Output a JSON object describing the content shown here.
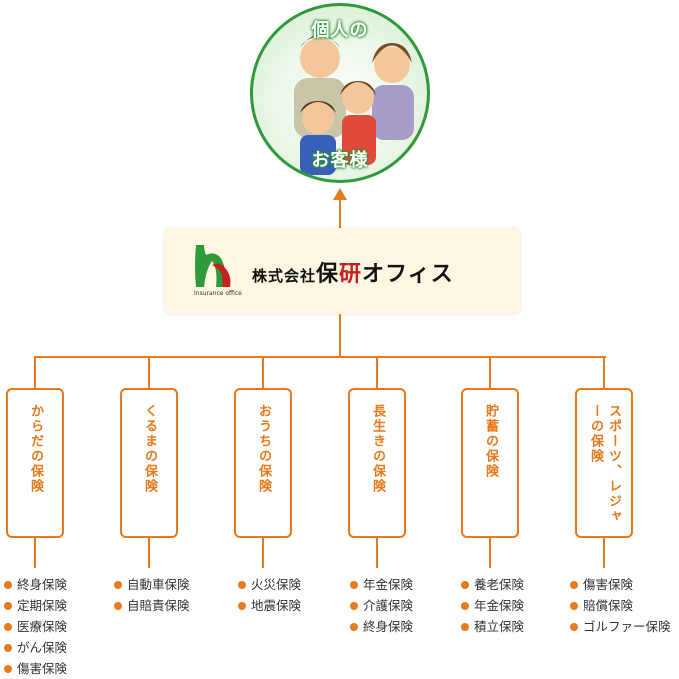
{
  "customer": {
    "title_top": "個人の",
    "title_bottom": "お客様"
  },
  "company": {
    "logo_subtext": "Insurance office",
    "prefix": "株式会社",
    "name_1": "保",
    "name_2": "研",
    "name_3": "オフィス"
  },
  "colors": {
    "accent": "#e8791c",
    "circle_border": "#2f9a3a",
    "company_bg": "#fdf6e3",
    "logo_green": "#2f9a3a",
    "logo_red": "#c8201e"
  },
  "categories": [
    {
      "label": "からだの保険",
      "items": [
        "終身保険",
        "定期保険",
        "医療保険",
        "がん保険",
        "傷害保険"
      ]
    },
    {
      "label": "くるまの保険",
      "items": [
        "自動車保険",
        "自賠責保険"
      ]
    },
    {
      "label": "おうちの保険",
      "items": [
        "火災保険",
        "地震保険"
      ]
    },
    {
      "label": "長生きの保険",
      "items": [
        "年金保険",
        "介護保険",
        "終身保険"
      ]
    },
    {
      "label": "貯蓄の保険",
      "items": [
        "養老保険",
        "年金保険",
        "積立保険"
      ]
    },
    {
      "label": "スポーツ、レジャーの保険",
      "items": [
        "傷害保険",
        "賠償保険",
        "ゴルファー保険"
      ]
    }
  ]
}
